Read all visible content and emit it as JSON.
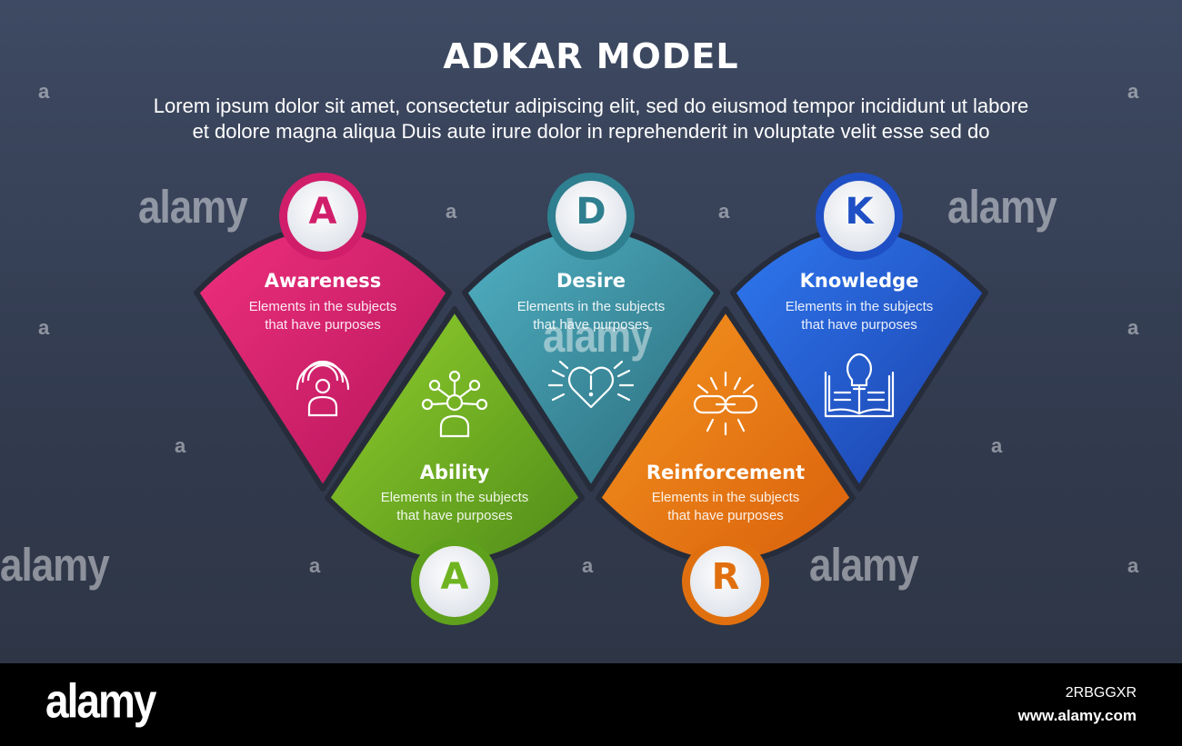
{
  "title": "ADKAR MODEL",
  "subtitle_line1": "Lorem ipsum dolor sit amet, consectetur adipiscing elit, sed do eiusmod tempor incididunt ut labore",
  "subtitle_line2": "et dolore magna aliqua Duis aute irure dolor in reprehenderit in voluptate velit esse sed do",
  "stages": [
    {
      "letter": "A",
      "name": "Awareness",
      "desc_line1": "Elements in the subjects",
      "desc_line2": "that have purposes",
      "icon": "radar-person-icon",
      "color": "#d11e6a",
      "color_light": "#ea2f7a"
    },
    {
      "letter": "A",
      "name": "Ability",
      "desc_line1": "Elements in the subjects",
      "desc_line2": "that have purposes",
      "icon": "network-person-icon",
      "color": "#5fa11d",
      "color_light": "#86c82a"
    },
    {
      "letter": "D",
      "name": "Desire",
      "desc_line1": "Elements in the subjects",
      "desc_line2": "that have purposes",
      "icon": "heart-alert-icon",
      "color": "#2e7f8f",
      "color_light": "#4ba3b5"
    },
    {
      "letter": "R",
      "name": "Reinforcement",
      "desc_line1": "Elements in the subjects",
      "desc_line2": "that have purposes",
      "icon": "chain-link-icon",
      "color": "#e0700f",
      "color_light": "#f08a1c"
    },
    {
      "letter": "K",
      "name": "Knowledge",
      "desc_line1": "Elements in the subjects",
      "desc_line2": "that have purposes",
      "icon": "book-bulb-icon",
      "color": "#1f4fc4",
      "color_light": "#2d6be8"
    }
  ],
  "watermark": "alamy",
  "watermark_small": "a",
  "footer": {
    "logo": "alamy",
    "image_id": "2RBGGXR",
    "url": "www.alamy.com"
  }
}
